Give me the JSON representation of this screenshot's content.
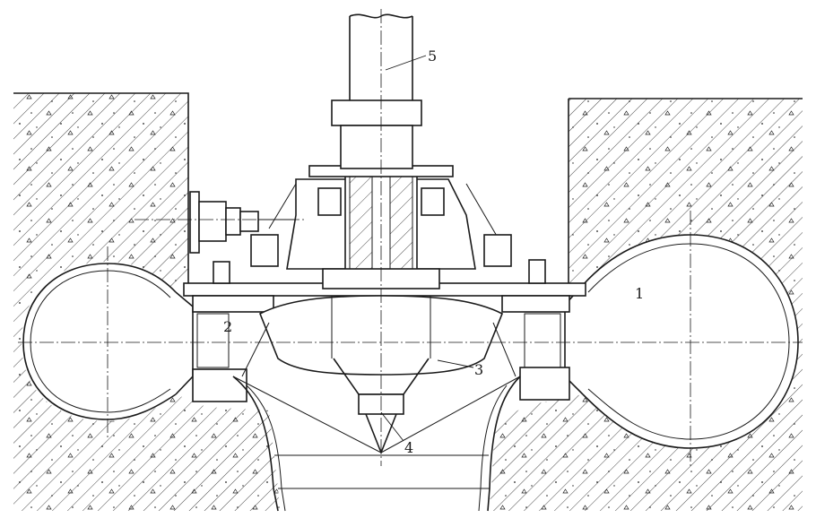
{
  "diagram": {
    "callouts": [
      {
        "id": "1",
        "label": "1"
      },
      {
        "id": "2",
        "label": "2"
      },
      {
        "id": "3",
        "label": "3"
      },
      {
        "id": "4",
        "label": "4"
      },
      {
        "id": "5",
        "label": "5"
      }
    ],
    "colors": {
      "line": "#1a1a1a",
      "background": "#ffffff",
      "concrete_hatch": "#1a1a1a"
    }
  }
}
